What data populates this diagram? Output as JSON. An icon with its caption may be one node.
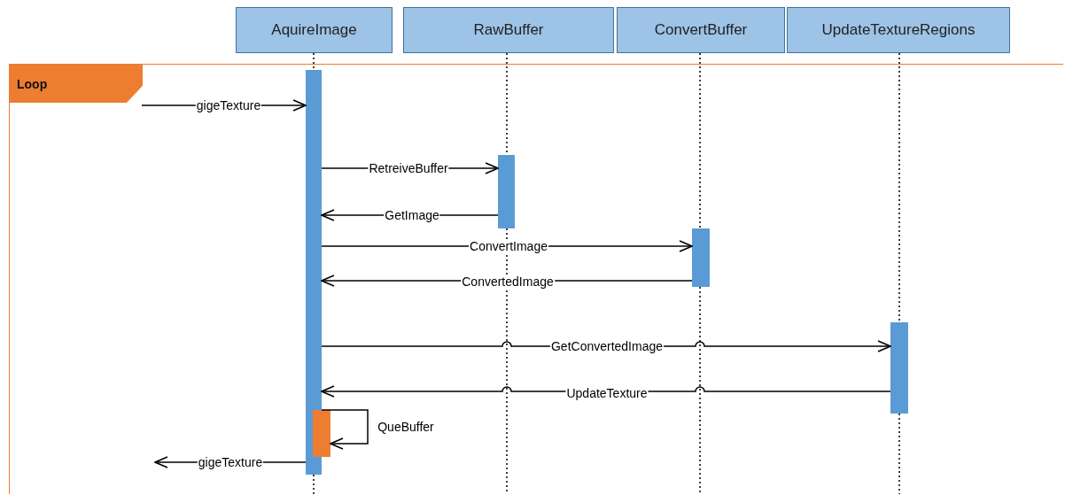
{
  "diagram": {
    "nodes": [
      {
        "text": [
          "Loop"
        ]
      },
      {
        "text": [
          "AquireImage"
        ]
      },
      {
        "text": [
          "RawBuffer"
        ]
      },
      {
        "text": [
          "ConvertBuffer"
        ]
      },
      {
        "text": [
          "UpdateTextureRegions"
        ]
      },
      {
        "text": [],
        "shape": "bar",
        "in": 0
      },
      {
        "text": [],
        "shape": "bar",
        "in": 0
      },
      {
        "text": [],
        "shape": "bar",
        "in": 0
      },
      {
        "text": [],
        "shape": "bar",
        "in": 0
      },
      {
        "text": [],
        "shape": "bar",
        "in": 0
      }
    ],
    "edges": [
      {
        "from": null,
        "to": 5,
        "arrow": "to",
        "label": "gigeTexture"
      },
      {
        "from": 5,
        "to": 6,
        "arrow": "to",
        "label": "RetreiveBuffer"
      },
      {
        "from": 6,
        "to": 5,
        "arrow": "to",
        "label": "GetImage"
      },
      {
        "from": 5,
        "to": 7,
        "arrow": "to",
        "label": "ConvertImage"
      },
      {
        "from": 7,
        "to": 5,
        "arrow": "to",
        "label": "ConvertedImage"
      },
      {
        "from": 5,
        "to": 8,
        "arrow": "to",
        "label": "GetConvertedImage"
      },
      {
        "from": 8,
        "to": 5,
        "arrow": "to",
        "label": "UpdateTexture"
      },
      {
        "from": 5,
        "to": 9,
        "arrow": "to",
        "label": "QueBuffer"
      },
      {
        "from": 5,
        "to": null,
        "arrow": "to",
        "label": "gigeTexture"
      },
      {
        "from": 1,
        "to": 5,
        "arrow": "none",
        "style": "dashed"
      },
      {
        "from": 5,
        "to": 0,
        "arrow": "none",
        "style": "dashed"
      },
      {
        "from": 2,
        "to": 6,
        "arrow": "none",
        "style": "dashed"
      },
      {
        "from": 6,
        "to": 0,
        "arrow": "none",
        "style": "dashed"
      },
      {
        "from": 3,
        "to": 7,
        "arrow": "none",
        "style": "dashed"
      },
      {
        "from": 7,
        "to": 0,
        "arrow": "none",
        "style": "dashed"
      },
      {
        "from": 4,
        "to": 8,
        "arrow": "none",
        "style": "dashed"
      },
      {
        "from": 8,
        "to": 0,
        "arrow": "none",
        "style": "dashed"
      }
    ]
  }
}
